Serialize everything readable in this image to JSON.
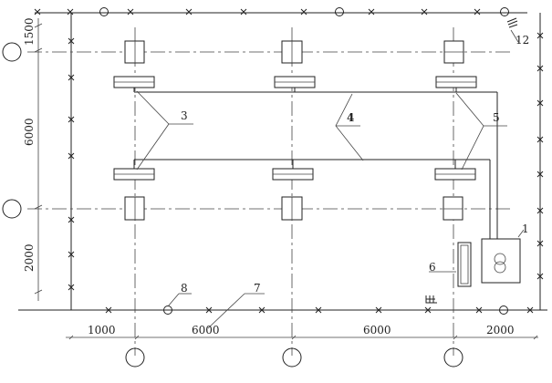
{
  "dimensions": {
    "left": [
      "1500",
      "6000",
      "2000"
    ],
    "bottom": [
      "1000",
      "6000",
      "6000",
      "2000"
    ]
  },
  "labels": {
    "crane": "1",
    "compressor": "6",
    "fence": "7",
    "lightning_rod": "8",
    "misc_top": "12",
    "line_3": "3",
    "line_4": "4",
    "line_5": "5"
  },
  "icons": {
    "transformer": "transformer-symbol-icon",
    "small_symbol_top": "hand-symbol-icon",
    "small_symbol_bottom": "hand-symbol-icon"
  }
}
